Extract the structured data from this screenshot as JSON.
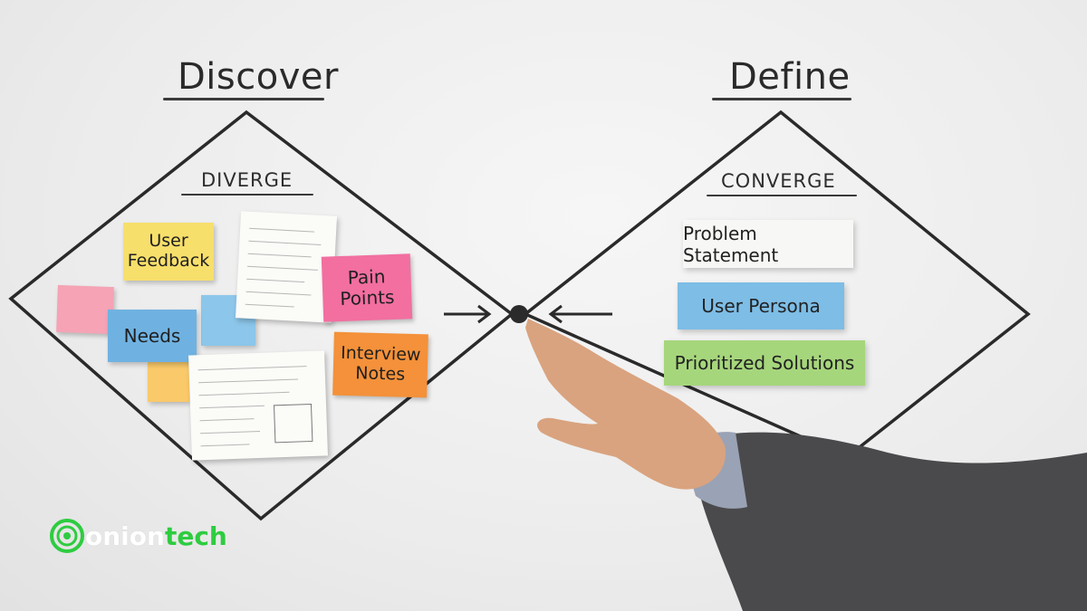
{
  "phases": {
    "discover": {
      "title": "Discover",
      "mode": "DIVERGE"
    },
    "define": {
      "title": "Define",
      "mode": "CONVERGE"
    }
  },
  "sticky_notes": [
    {
      "id": "user-feedback",
      "text": "User Feedback",
      "color": "#f7df6b"
    },
    {
      "id": "needs",
      "text": "Needs",
      "color": "#6fb2e2"
    },
    {
      "id": "pain-points",
      "text": "Pain Points",
      "color": "#f26fa0"
    },
    {
      "id": "interview-notes",
      "text": "Interview Notes",
      "color": "#f4913a"
    }
  ],
  "blank_notes": [
    {
      "id": "pink",
      "color": "#f5a3b5"
    },
    {
      "id": "blue",
      "color": "#8cc6ea"
    },
    {
      "id": "yellow",
      "color": "#f9c96a"
    }
  ],
  "define_cards": [
    {
      "id": "problem-statement",
      "text": "Problem Statement",
      "color": "#f7f7f5"
    },
    {
      "id": "user-persona",
      "text": "User Persona",
      "color": "#7dbde6"
    },
    {
      "id": "prioritized-solutions",
      "text": "Prioritized Solutions",
      "color": "#a6d67c"
    }
  ],
  "logo": {
    "part1": "onion",
    "part2": "tech",
    "accent": "#2ecc40"
  },
  "colors": {
    "marker": "#2a2a2a",
    "board": "#eeeeee",
    "suit": "#4a4a4c",
    "skin": "#d9a37f"
  }
}
